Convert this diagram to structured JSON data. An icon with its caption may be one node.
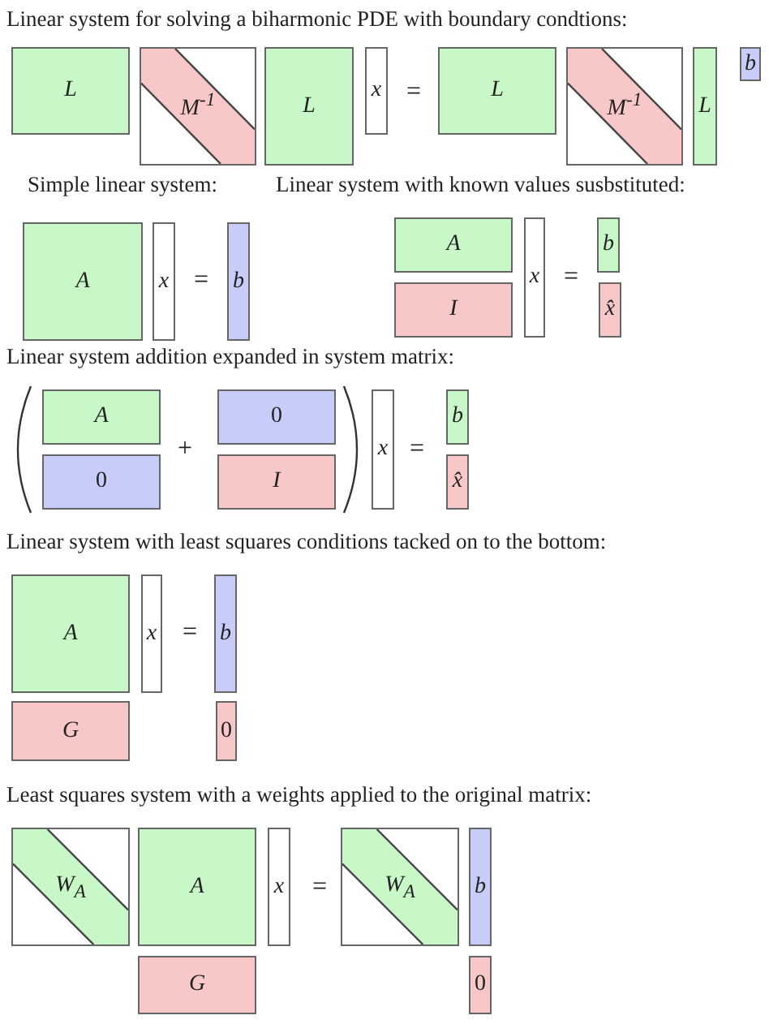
{
  "diagram": {
    "nodes": [
      {
        "text": [
          "L"
        ]
      },
      {
        "text": [
          "M$^{-1}$"
        ]
      },
      {
        "text": [
          "L"
        ]
      },
      {
        "text": [
          "x"
        ]
      },
      {
        "text": [
          "L"
        ]
      },
      {
        "text": [
          "M$^{-1}$"
        ]
      },
      {
        "text": [
          "L"
        ]
      },
      {
        "text": [
          "b"
        ]
      },
      {
        "text": [
          "A"
        ]
      },
      {
        "text": [
          "x"
        ]
      },
      {
        "text": [
          "b"
        ]
      },
      {
        "text": [
          "A"
        ]
      },
      {
        "text": [
          "I"
        ]
      },
      {
        "text": [
          "x"
        ]
      },
      {
        "text": [
          "b"
        ]
      },
      {
        "text": [
          "x̂"
        ]
      },
      {
        "text": [
          "A"
        ]
      },
      {
        "text": [
          "0"
        ]
      },
      {
        "text": [
          "0"
        ]
      },
      {
        "text": [
          "I"
        ]
      },
      {
        "text": [
          "x"
        ]
      },
      {
        "text": [
          "b"
        ]
      },
      {
        "text": [
          "x̂"
        ]
      },
      {
        "text": [
          "A"
        ]
      },
      {
        "text": [
          "x"
        ]
      },
      {
        "text": [
          "b"
        ]
      },
      {
        "text": [
          "G"
        ]
      },
      {
        "text": [
          "0"
        ]
      },
      {
        "text": [
          "W$_{A}$"
        ]
      },
      {
        "text": [
          "A"
        ]
      },
      {
        "text": [
          "x"
        ]
      },
      {
        "text": [
          "W$_{A}$"
        ]
      },
      {
        "text": [
          "b"
        ]
      },
      {
        "text": [
          "G"
        ]
      },
      {
        "text": [
          "0"
        ]
      }
    ],
    "labels": [
      "Linear system for solving a biharmonic PDE with boundary condtions:",
      "=",
      "Simple linear system:",
      "Linear system with known values susbstituted:",
      "=",
      "=",
      "Linear system addition expanded in system matrix:",
      "+",
      "=",
      "Linear system with least squares conditions tacked on to the bottom:",
      "=",
      "Least squares system with a weights applied to the original matrix:",
      "="
    ]
  }
}
